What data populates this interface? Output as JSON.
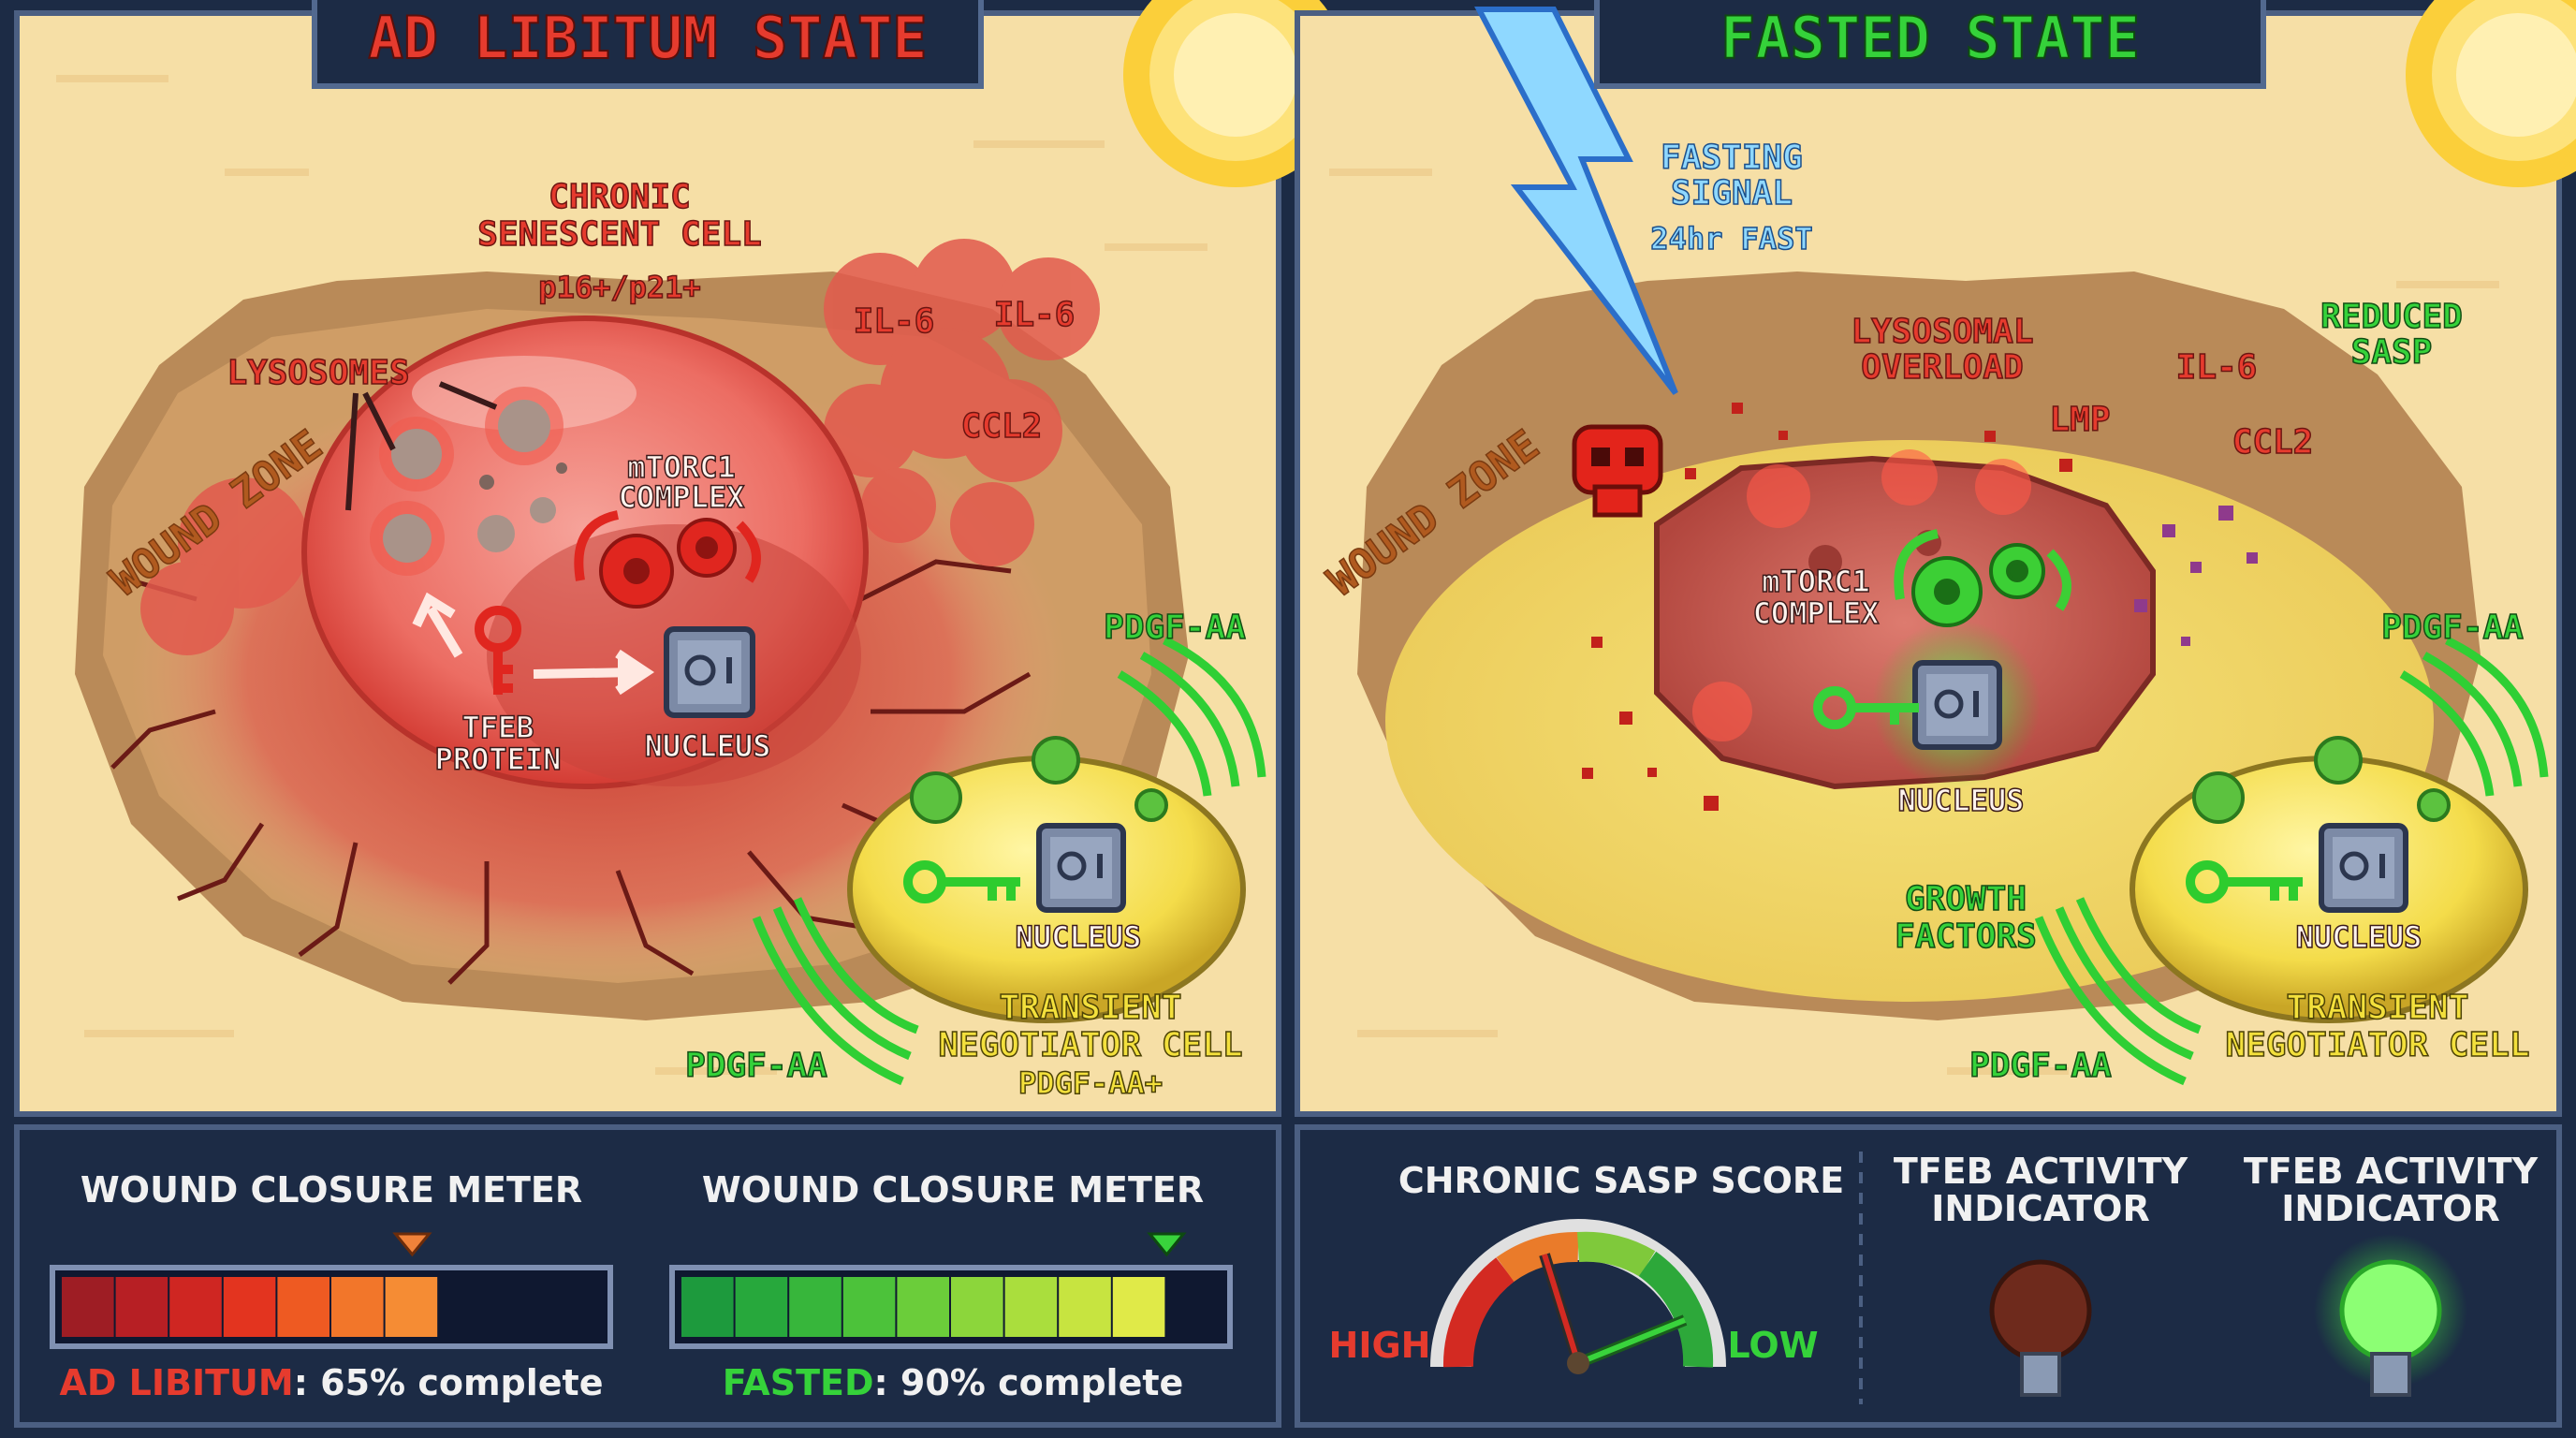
{
  "left_panel": {
    "title": "AD LIBITUM STATE",
    "wound_zone": "WOUND ZONE",
    "cell_label_line1": "CHRONIC",
    "cell_label_line2": "SENESCENT CELL",
    "markers": "p16+/p21+",
    "lysosomes": "LYSOSOMES",
    "mtorc1_line1": "mTORC1",
    "mtorc1_line2": "COMPLEX",
    "tfeb_line1": "TFEB",
    "tfeb_line2": "PROTEIN",
    "nucleus": "NUCLEUS",
    "cytokines": [
      "IL-6",
      "IL-6",
      "CCL2"
    ],
    "pdgf_top": "PDGF-AA",
    "pdgf_bottom": "PDGF-AA",
    "negotiator_nucleus": "NUCLEUS",
    "negotiator_line1": "TRANSIENT",
    "negotiator_line2": "NEGOTIATOR CELL",
    "negotiator_line3": "PDGF-AA+"
  },
  "right_panel": {
    "title": "FASTED STATE",
    "wound_zone": "WOUND ZONE",
    "signal_line1": "FASTING",
    "signal_line2": "SIGNAL",
    "signal_line3": "24hr FAST",
    "overload_line1": "LYSOSOMAL",
    "overload_line2": "OVERLOAD",
    "lmp": "LMP",
    "il6": "IL-6",
    "ccl2": "CCL2",
    "reduced_line1": "REDUCED",
    "reduced_line2": "SASP",
    "mtorc1_line1": "mTORC1",
    "mtorc1_line2": "COMPLEX",
    "nucleus": "NUCLEUS",
    "growth_line1": "GROWTH",
    "growth_line2": "FACTORS",
    "pdgf_top": "PDGF-AA",
    "pdgf_bottom": "PDGF-AA",
    "negotiator_nucleus": "NUCLEUS",
    "negotiator_line1": "TRANSIENT",
    "negotiator_line2": "NEGOTIATOR CELL"
  },
  "hud_left": {
    "meter1_label": "WOUND CLOSURE METER",
    "meter1_prefix": "AD LIBITUM",
    "meter1_suffix": ": 65% complete",
    "meter1_value": 0.65,
    "meter2_label": "WOUND CLOSURE METER",
    "meter2_prefix": "FASTED",
    "meter2_suffix": ": 90% complete",
    "meter2_value": 0.9
  },
  "hud_right": {
    "sasp_label": "CHRONIC SASP SCORE",
    "gauge_high": "HIGH",
    "gauge_low": "LOW",
    "tfeb1_line1": "TFEB ACTIVITY",
    "tfeb1_line2": "INDICATOR",
    "tfeb1_state": "off",
    "tfeb2_line1": "TFEB ACTIVITY",
    "tfeb2_line2": "INDICATOR",
    "tfeb2_state": "on"
  },
  "colors": {
    "frame": "#1c2b45",
    "sand": "#f6dfa6",
    "red_label": "#e63b2e",
    "green_label": "#35d23a",
    "yellow_label": "#f3e03c",
    "blue_label": "#8fd8ff"
  }
}
